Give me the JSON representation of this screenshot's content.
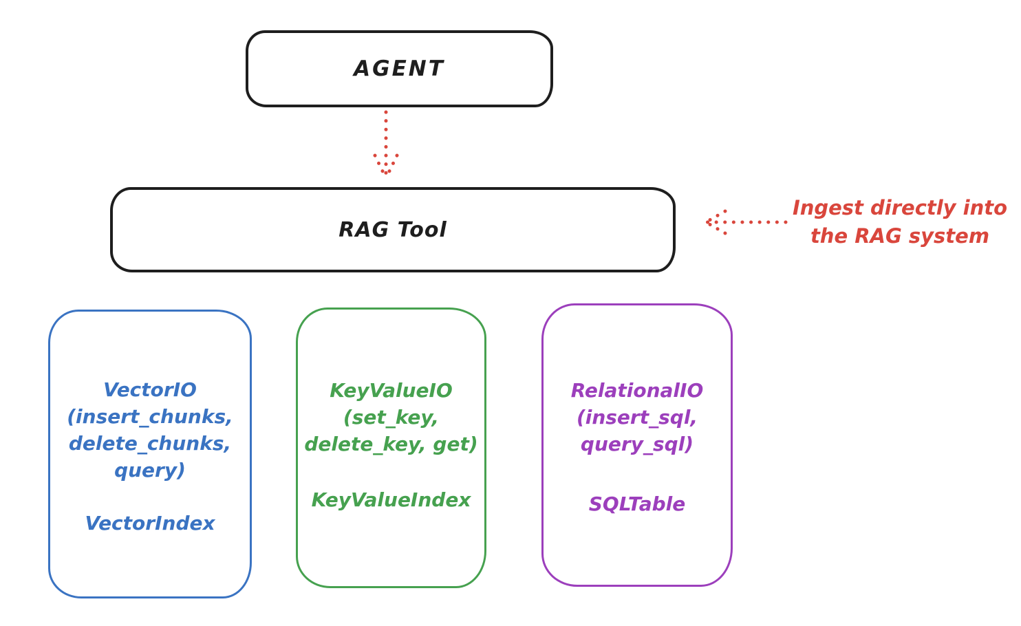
{
  "diagram": {
    "background": "#ffffff",
    "style": "hand-drawn"
  },
  "colors": {
    "ink": "#1e1e1e",
    "red": "#d9463c",
    "blue": "#3a73c2",
    "green": "#46a14f",
    "purple": "#9c3fbc"
  },
  "nodes": {
    "agent": {
      "label": "AGENT"
    },
    "rag_tool": {
      "label": "RAG Tool"
    },
    "vector_io": {
      "lines": [
        "VectorIO",
        "(insert_chunks,",
        "delete_chunks,",
        "query)"
      ],
      "index_label": "VectorIndex",
      "color": "#3a73c2"
    },
    "key_value_io": {
      "lines": [
        "KeyValueIO",
        "(set_key,",
        "delete_key, get)"
      ],
      "index_label": "KeyValueIndex",
      "color": "#46a14f"
    },
    "relational_io": {
      "lines": [
        "RelationalIO",
        "(insert_sql,",
        "query_sql)"
      ],
      "index_label": "SQLTable",
      "color": "#9c3fbc"
    }
  },
  "annotation": {
    "lines": [
      "Ingest directly into",
      "the RAG system"
    ],
    "color": "#d9463c"
  },
  "arrows": [
    {
      "name": "agent-to-rag-tool",
      "style": "dotted",
      "color": "#d9463c",
      "direction": "down"
    },
    {
      "name": "ingest-into-rag-tool",
      "style": "dotted",
      "color": "#d9463c",
      "direction": "left"
    }
  ]
}
